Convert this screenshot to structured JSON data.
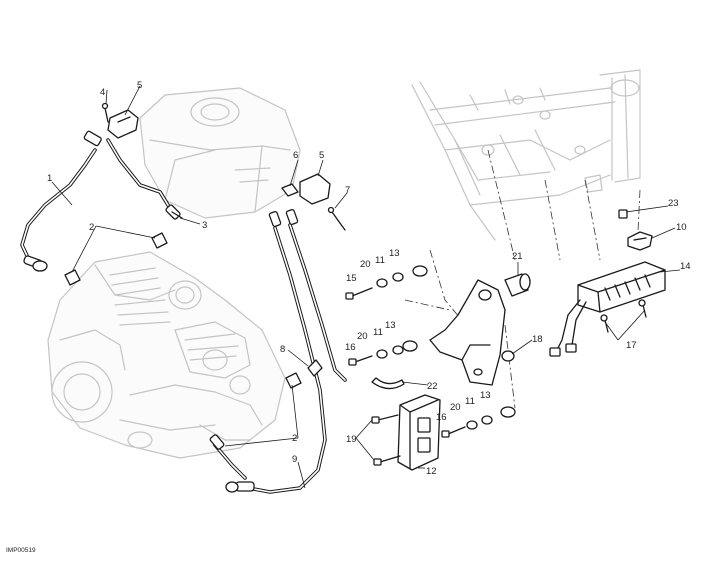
{
  "drawing_code": "IMP00519",
  "callouts": {
    "c1": "1",
    "c2a": "2",
    "c2b": "2",
    "c3": "3",
    "c4": "4",
    "c5a": "5",
    "c5b": "5",
    "c6": "6",
    "c7": "7",
    "c8": "8",
    "c9": "9",
    "c10": "10",
    "c11a": "11",
    "c11b": "11",
    "c11c": "11",
    "c12": "12",
    "c13a": "13",
    "c13b": "13",
    "c13c": "13",
    "c14": "14",
    "c15": "15",
    "c16a": "16",
    "c16b": "16",
    "c17": "17",
    "c18": "18",
    "c19": "19",
    "c20a": "20",
    "c20b": "20",
    "c21": "21",
    "c22": "22",
    "c23": "23"
  }
}
